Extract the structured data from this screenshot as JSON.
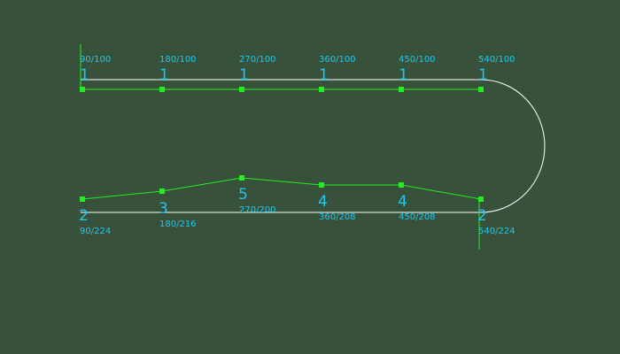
{
  "colors": {
    "background": "#38513a",
    "path": "#ffffff",
    "offset_line": "#22ee22",
    "node_marker": "#22ee22",
    "label": "#1ec8f0"
  },
  "top_row": [
    {
      "coord_label": "90/100",
      "index_label": "1"
    },
    {
      "coord_label": "180/100",
      "index_label": "1"
    },
    {
      "coord_label": "270/100",
      "index_label": "1"
    },
    {
      "coord_label": "360/100",
      "index_label": "1"
    },
    {
      "coord_label": "450/100",
      "index_label": "1"
    },
    {
      "coord_label": "540/100",
      "index_label": "1"
    }
  ],
  "bottom_row": [
    {
      "coord_label": "90/224",
      "index_label": "2"
    },
    {
      "coord_label": "180/216",
      "index_label": "3"
    },
    {
      "coord_label": "270/200",
      "index_label": "5"
    },
    {
      "coord_label": "360/208",
      "index_label": "4"
    },
    {
      "coord_label": "450/208",
      "index_label": "4"
    },
    {
      "coord_label": "540/224",
      "index_label": "2"
    }
  ]
}
